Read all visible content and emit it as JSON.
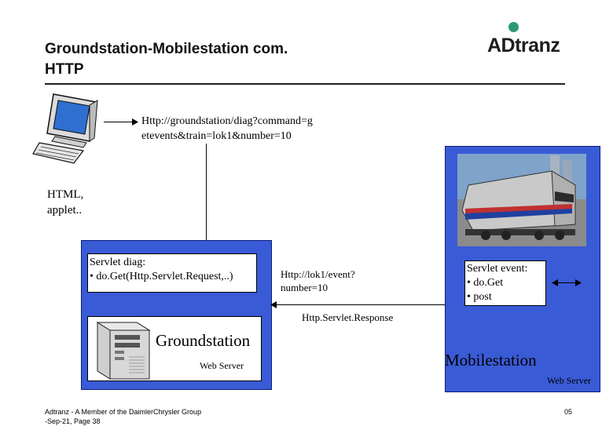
{
  "header": {
    "title_line1": "Groundstation-Mobilestation com.",
    "title_line2": "HTTP",
    "logo_text": "ADtranz"
  },
  "labels": {
    "url_request_line1": "Http://groundstation/diag?command=g",
    "url_request_line2": "etevents&train=lok1&number=10",
    "html_applet_line1": "HTML,",
    "html_applet_line2": "applet..",
    "mobile_url_line1": "Http://lok1/event?",
    "mobile_url_line2": "number=10",
    "response": "Http.Servlet.Response"
  },
  "groundstation": {
    "servlet_title": "Servlet diag:",
    "servlet_item": "• do.Get(Http.Servlet.Request,..)",
    "name": "Groundstation",
    "sub": "Web Server"
  },
  "mobilestation": {
    "servlet_title": "Servlet event:",
    "servlet_items": [
      "• do.Get",
      "• post"
    ],
    "name": "Mobilestation",
    "sub": "Web Server"
  },
  "footer": {
    "left_line1": "Adtranz - A Member of the DaimlerChrysler Group",
    "left_line2": "-Sep-21, Page 38",
    "page_number": "05"
  },
  "colors": {
    "server_panel": "#3a5bd6",
    "logo_accent": "#2a9a78"
  },
  "icons": [
    "computer-icon",
    "server-tower-icon",
    "locomotive-photo"
  ]
}
